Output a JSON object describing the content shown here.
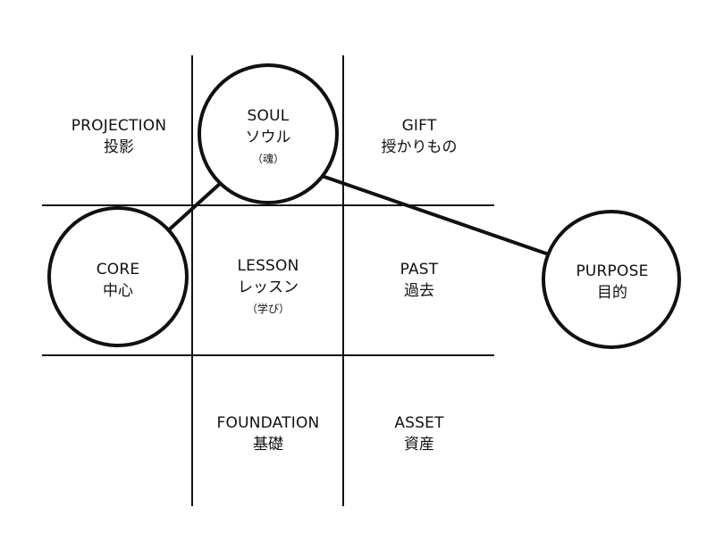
{
  "cells": {
    "projection": {
      "en": "PROJECTION",
      "jp": "投影"
    },
    "soul": {
      "en": "SOUL",
      "jp": "ソウル",
      "sub": "（魂）"
    },
    "gift": {
      "en": "GIFT",
      "jp": "授かりもの"
    },
    "core": {
      "en": "CORE",
      "jp": "中心"
    },
    "lesson": {
      "en": "LESSON",
      "jp": "レッスン",
      "sub": "（学び）"
    },
    "past": {
      "en": "PAST",
      "jp": "過去"
    },
    "purpose": {
      "en": "PURPOSE",
      "jp": "目的"
    },
    "foundation": {
      "en": "FOUNDATION",
      "jp": "基礎"
    },
    "asset": {
      "en": "ASSET",
      "jp": "資産"
    }
  },
  "colors": {
    "line": "#111111",
    "fill": "#ffffff"
  }
}
